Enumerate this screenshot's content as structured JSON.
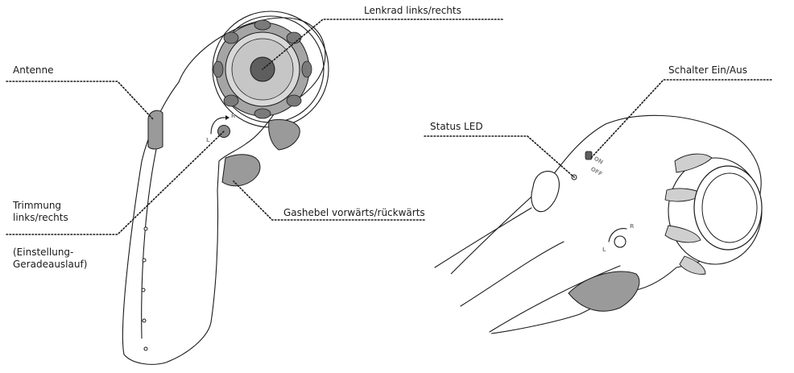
{
  "labels": {
    "lenkrad": "Lenkrad links/rechts",
    "antenne": "Antenne",
    "trimmung": "Trimmung\nlinks/rechts",
    "einstellung": "(Einstellung-\nGeradeauslauf)",
    "gashebel": "Gashebel vorwärts/rückwärts",
    "status_led": "Status LED",
    "schalter": "Schalter Ein/Aus"
  },
  "markings": {
    "trim_left": "L",
    "trim_right": "R",
    "switch_on": "ON",
    "switch_off": "OFF"
  },
  "colors": {
    "outline": "#1a1a1a",
    "part_grey": "#9a9a9a",
    "dark_grey": "#5e5e5e",
    "light_grey": "#cfcfcf"
  }
}
